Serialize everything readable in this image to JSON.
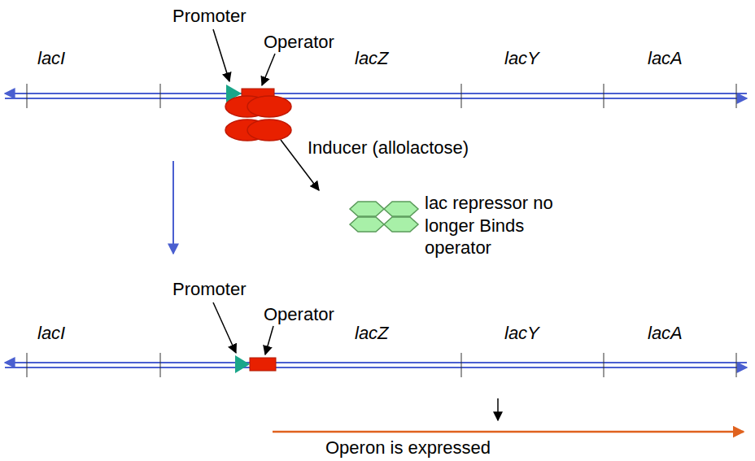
{
  "diagram": {
    "labels": [
      "Promoter",
      "Operator",
      "lacI",
      "lacZ",
      "lacY",
      "lacA",
      "Inducer (allolactose)",
      "lac repressor no longer Binds operator",
      "Promoter",
      "Operator",
      "lacI",
      "lacZ",
      "lacY",
      "lacA",
      "Operon is expressed"
    ]
  }
}
